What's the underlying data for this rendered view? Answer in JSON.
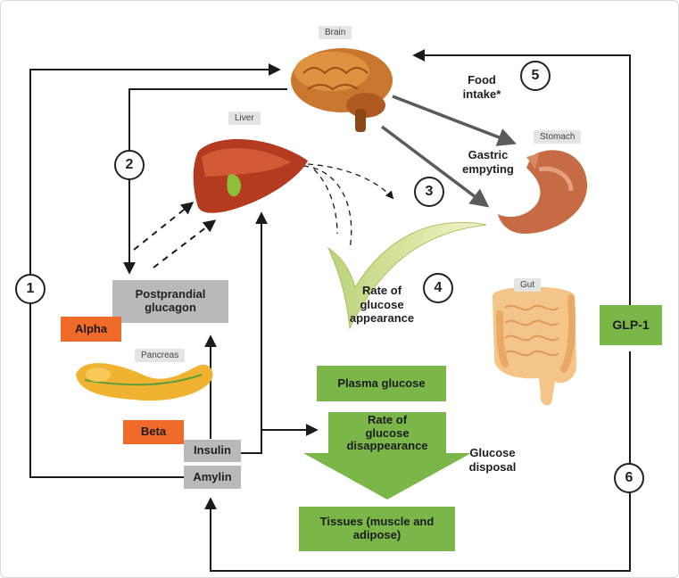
{
  "organ_tags": {
    "brain": "Brain",
    "liver": "Liver",
    "stomach": "Stomach",
    "gut": "Gut",
    "pancreas": "Pancreas"
  },
  "boxes": {
    "postprandial_glucagon": "Postprandial glucagon",
    "alpha": "Alpha",
    "beta": "Beta",
    "insulin": "Insulin",
    "amylin": "Amylin",
    "plasma_glucose": "Plasma glucose",
    "rate_disappearance": "Rate of glucose disappearance",
    "tissues": "Tissues (muscle and adipose)",
    "glp1": "GLP-1"
  },
  "labels": {
    "food_intake": "Food intake*",
    "gastric_emptying": "Gastric empyting",
    "rate_appearance": "Rate of glucose appearance",
    "glucose_disposal": "Glucose disposal"
  },
  "pathway_numbers": [
    "1",
    "2",
    "3",
    "4",
    "5",
    "6"
  ],
  "colors": {
    "gray_box": "#b7b9bb",
    "green_box": "#7ab648",
    "orange_box": "#f06a2a",
    "arrow": "#1a1a1a",
    "brain_arrow": "#5b5b5b"
  },
  "icons": [
    "brain-icon",
    "liver-icon",
    "stomach-icon",
    "gut-icon",
    "pancreas-icon",
    "glucose-swoosh-icon"
  ]
}
